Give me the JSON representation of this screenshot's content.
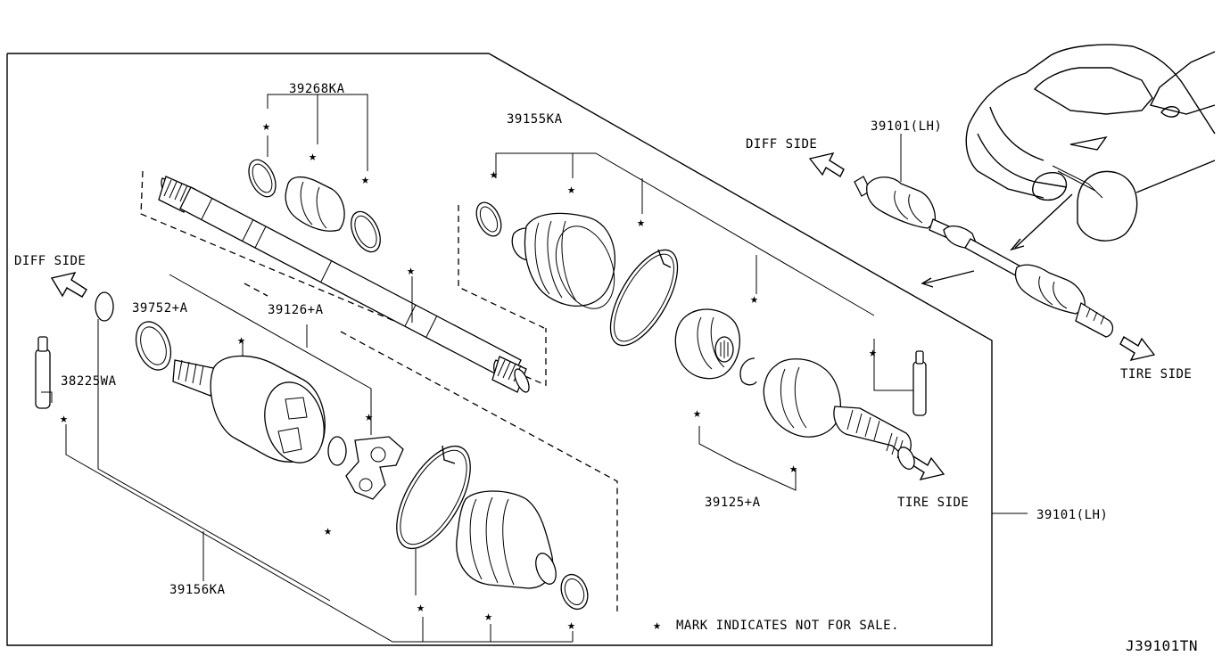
{
  "diagram": {
    "part_numbers": {
      "boot_band_kit_inner": "39268KA",
      "boot_kit_outer": "39155KA",
      "shaft_assy_lh_top": "39101(LH)",
      "shaft_assy_lh_side": "39101(LH)",
      "snap_ring": "39752+A",
      "housing_inner": "39126+A",
      "grease": "38225WA",
      "boot_kit_inner": "39156KA",
      "joint_outer": "39125+A"
    },
    "direction_labels": {
      "diff_side_left": "DIFF SIDE",
      "diff_side_top": "DIFF SIDE",
      "tire_side_right": "TIRE SIDE",
      "tire_side_bottom": "TIRE SIDE"
    },
    "star_symbol": "★",
    "note": "MARK INDICATES NOT FOR SALE.",
    "diagram_code": "J39101TN"
  }
}
